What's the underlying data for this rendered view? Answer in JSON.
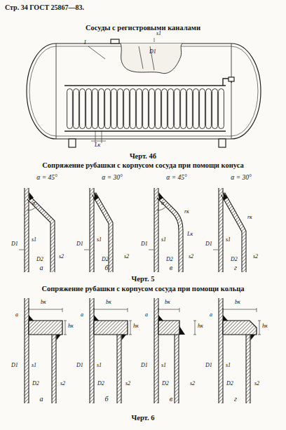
{
  "diagram": {
    "labels": [
      "Стр. 34 ГОСТ 25867—83.",
      "Сосуды с регистровыми каналами",
      "1",
      "s1",
      "D1",
      "Lк",
      "Черт. 4б",
      "Сопряжение рубашки с корпусом сосуда при помощи конуса",
      "α = 45°",
      "α = 30°",
      "α = 45°",
      "α = 30°",
      "α",
      "D1",
      "s1",
      "D2",
      "s2",
      "а",
      "D1",
      "s1",
      "D2",
      "s2",
      "б",
      "α",
      "rк",
      "Lк",
      "D1",
      "s1",
      "D2",
      "s2",
      "в",
      "rк",
      "D1",
      "s1",
      "D2",
      "s2",
      "г",
      "Черт. 5",
      "Сопряжение рубашки с корпусом сосуда при помощи кольца",
      "a",
      "bк",
      "hк",
      "D1",
      "s1",
      "D2",
      "s2",
      "а",
      "a",
      "bк",
      "hк",
      "D1",
      "s1",
      "D2",
      "s2",
      "б",
      "a",
      "bк",
      "hк",
      "D1",
      "s1",
      "D2",
      "s2",
      "в",
      "a",
      "bк",
      "hк",
      "D1",
      "s1",
      "D2",
      "s2",
      "г",
      "Черт. 6"
    ]
  }
}
